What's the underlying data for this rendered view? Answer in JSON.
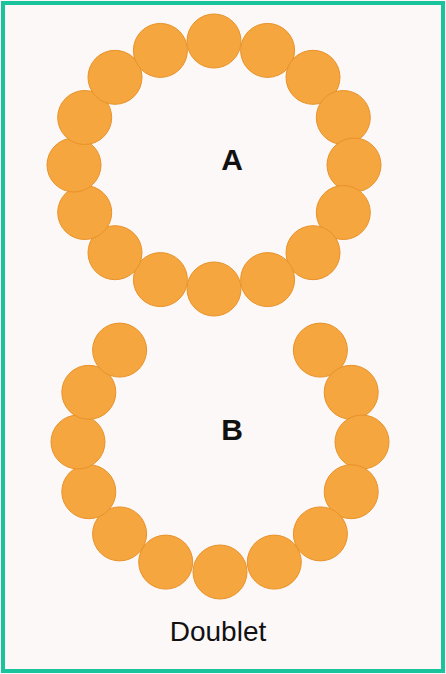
{
  "diagram": {
    "caption": "Doublet",
    "labels": [
      "A",
      "B"
    ]
  }
}
